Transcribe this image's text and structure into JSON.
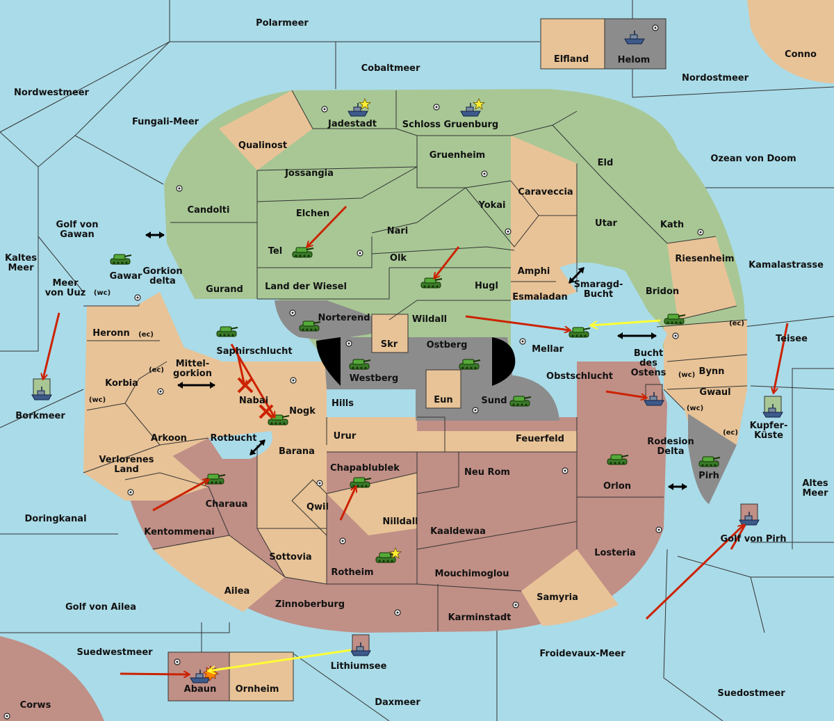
{
  "colors": {
    "sea": "#aadbe8",
    "green_power": "#a8c795",
    "tan_neutral": "#e8c397",
    "red_power": "#c08f86",
    "gray_impassable": "#8c8c8c",
    "move_arrow": "#cc2200",
    "support_arrow": "#ffff33"
  },
  "seas": {
    "polarmeer": "Polarmeer",
    "cobaltmeer": "Cobaltmeer",
    "nordwestmeer": "Nordwestmeer",
    "fungali": "Fungali-Meer",
    "nordostmeer": "Nordostmeer",
    "ozean_doom": "Ozean von Doom",
    "kamalastrasse": "Kamalastrasse",
    "golf_gawan_1": "Golf von",
    "golf_gawan_2": "Gawan",
    "kaltes_1": "Kaltes",
    "kaltes_2": "Meer",
    "meer_uuz_1": "Meer",
    "meer_uuz_2": "von Uuz",
    "gorkion_1": "Gorkion",
    "gorkion_2": "delta",
    "mittel_1": "Mittel-",
    "mittel_2": "gorkion",
    "borkmeer": "Borkmeer",
    "rotbucht": "Rotbucht",
    "doringkanal": "Doringkanal",
    "golf_ailea": "Golf von Ailea",
    "suedwestmeer": "Suedwestmeer",
    "lithiumsee": "Lithiumsee",
    "daxmeer": "Daxmeer",
    "froidevaux": "Froidevaux-Meer",
    "suedostmeer": "Suedostmeer",
    "golf_pirh": "Golf von Pirh",
    "altes_1": "Altes",
    "altes_2": "Meer",
    "kupfer_1": "Kupfer-",
    "kupfer_2": "Küste",
    "teisee": "Teisee",
    "bucht_ostens_1": "Bucht",
    "bucht_ostens_2": "des",
    "bucht_ostens_3": "Ostens",
    "rodesion_1": "Rodesion",
    "rodesion_2": "Delta",
    "smaragd_1": "Smaragd-",
    "smaragd_2": "Bucht"
  },
  "lands": {
    "elfland": "Elfland",
    "helom": "Helom",
    "conno": "Conno",
    "jadestadt": "Jadestadt",
    "schloss": "Schloss Gruenburg",
    "qualinost": "Qualinost",
    "gruenheim": "Gruenheim",
    "eld": "Eld",
    "jossangia": "Jossangia",
    "caraveccia": "Caraveccia",
    "candolti": "Candolti",
    "yokai": "Yokai",
    "elchen": "Elchen",
    "utar": "Utar",
    "kath": "Kath",
    "nari": "Nari",
    "tel": "Tel",
    "olk": "Olk",
    "riesenheim": "Riesenheim",
    "amphi": "Amphi",
    "gawar": "Gawar",
    "gurand": "Gurand",
    "land_wiesel": "Land der Wiesel",
    "hugl": "Hugl",
    "bridon": "Bridon",
    "esmaladan": "Esmaladan",
    "norterend": "Norterend",
    "wildall": "Wildall",
    "heronn": "Heronn",
    "saphir": "Saphirschlucht",
    "skr": "Skr",
    "ostberg": "Ostberg",
    "mellar": "Mellar",
    "westberg": "Westberg",
    "obstschlucht": "Obstschlucht",
    "bynn": "Bynn",
    "korbia": "Korbia",
    "nabai": "Nabai",
    "hills": "Hills",
    "eun": "Eun",
    "sund": "Sund",
    "gwaul": "Gwaul",
    "nogk": "Nogk",
    "arkoon": "Arkoon",
    "urur": "Urur",
    "feuerfeld": "Feuerfeld",
    "barana": "Barana",
    "verlorenes_1": "Verlorenes",
    "verlorenes_2": "Land",
    "chapa": "Chapablublek",
    "neu_rom": "Neu Rom",
    "orlon": "Orlon",
    "pirh": "Pirh",
    "charaua": "Charaua",
    "qwil": "Qwil",
    "nilldall": "Nilldall",
    "kentommenai": "Kentommenai",
    "kaaldewaa": "Kaaldewaa",
    "losteria": "Losteria",
    "sottovia": "Sottovia",
    "rotheim": "Rotheim",
    "mouchimoglou": "Mouchimoglou",
    "ailea": "Ailea",
    "samyria": "Samyria",
    "zinnoberburg": "Zinnoberburg",
    "karminstadt": "Karminstadt",
    "abaun": "Abaun",
    "ornheim": "Ornheim",
    "corws": "Corws"
  },
  "coasts": {
    "wc": "(wc)",
    "ec": "(ec)"
  },
  "icons": [
    "tank-icon",
    "ship-icon",
    "supply-center-icon",
    "star-icon",
    "swap-arrow-icon",
    "move-arrow-icon",
    "destroyed-x-icon",
    "explosion-icon"
  ]
}
